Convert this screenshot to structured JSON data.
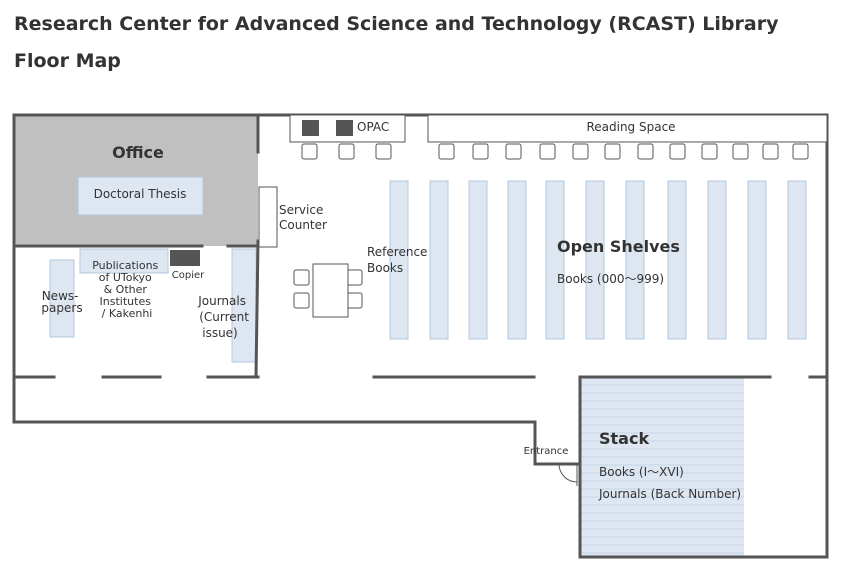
{
  "title": {
    "line1": "Research Center for Advanced Science and Technology (RCAST) Library",
    "line2": "Floor Map"
  },
  "areas": {
    "office": "Office",
    "doctoral_thesis": "Doctoral Thesis",
    "opac": "OPAC",
    "reading_space": "Reading Space",
    "service_counter": [
      "Service",
      "Counter"
    ],
    "reference_books": [
      "Reference",
      "Books"
    ],
    "open_shelves": "Open Shelves",
    "open_shelves_books": "Books (000〜999)",
    "publications": [
      "Publications",
      "of UTokyo",
      "& Other",
      "Institutes",
      "/ Kakenhi"
    ],
    "copier": "Copier",
    "newspapers": [
      "News-",
      "papers"
    ],
    "journals_current": [
      "Journals",
      "(Current",
      "issue)"
    ],
    "entrance": "Entrance",
    "stack": "Stack",
    "stack_books": "Books (I〜XVI)",
    "stack_journals": "Journals (Back Number)"
  },
  "colors": {
    "wall": "#555555",
    "office_fill": "#c0c0c0",
    "shelf_fill": "#dde6f1",
    "shelf_stroke": "#b4c8df",
    "device_fill": "#555555"
  }
}
